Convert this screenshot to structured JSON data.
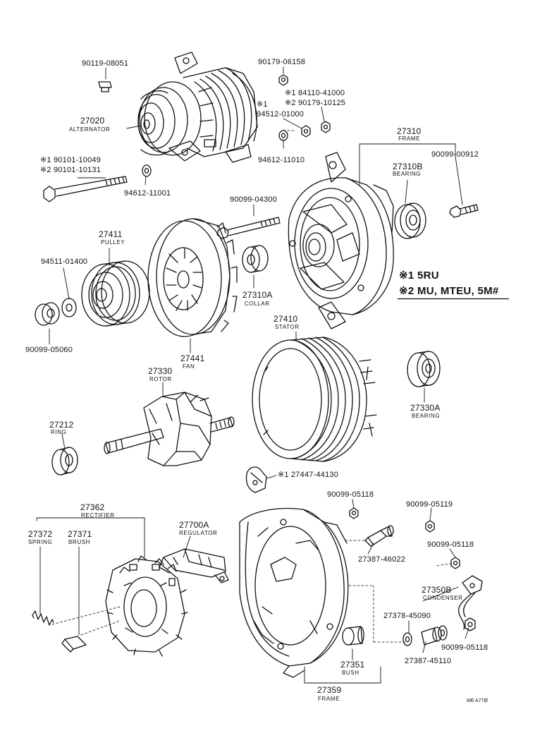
{
  "labels": {
    "p90119": "90119-08051",
    "p90179_06158": "90179-06158",
    "p84110": "※1 84110-41000",
    "p90179_10125": "※2 90179-10125",
    "p94512_star": "※1",
    "p94512": "94512-01000",
    "p27020": "27020",
    "alternator": "ALTERNATOR",
    "p94612_11010": "94612-11010",
    "p27310": "27310",
    "frame": "FRAME",
    "p90099_00912": "90099-00912",
    "p90101_10049": "※1 90101-10049",
    "p90101_10131": "※2 90101-10131",
    "p27310B": "27310B",
    "bearing": "BEARING",
    "p94612_11001": "94612-11001",
    "p90099_04300": "90099-04300",
    "p27411": "27411",
    "pulley": "PULLEY",
    "p94511": "94511-01400",
    "p27310A": "27310A",
    "collar": "COLLAR",
    "p90099_05060": "90099-05060",
    "p27441": "27441",
    "fan": "FAN",
    "p27410": "27410",
    "stator": "STATOR",
    "p27330": "27330",
    "rotor": "ROTOR",
    "p27330A": "27330A",
    "bearing2": "BEARING",
    "p27212": "27212",
    "ring": "RING",
    "p27447": "※1 27447-44130",
    "p90099_05118a": "90099-05118",
    "p90099_05119": "90099-05119",
    "p27362": "27362",
    "rectifier": "RECTIFIER",
    "p27700A": "27700A",
    "regulator": "REGULATOR",
    "p27372": "27372",
    "spring": "SPRING",
    "p27371": "27371",
    "brush": "BRUSH",
    "p27387_46022": "27387-46022",
    "p90099_05118b": "90099-05118",
    "p27350B": "27350B",
    "condenser": "CONDENSER",
    "p27378": "27378-45090",
    "p90099_05118c": "90099-05118",
    "p27387_45110": "27387-45110",
    "p27351": "27351",
    "bush": "BUSH",
    "p27359": "27359",
    "frame2": "FRAME",
    "code": "ME A77Ø"
  },
  "legend": {
    "line1": "※1 5RU",
    "line2": "※2 MU, MTEU, 5M#"
  }
}
